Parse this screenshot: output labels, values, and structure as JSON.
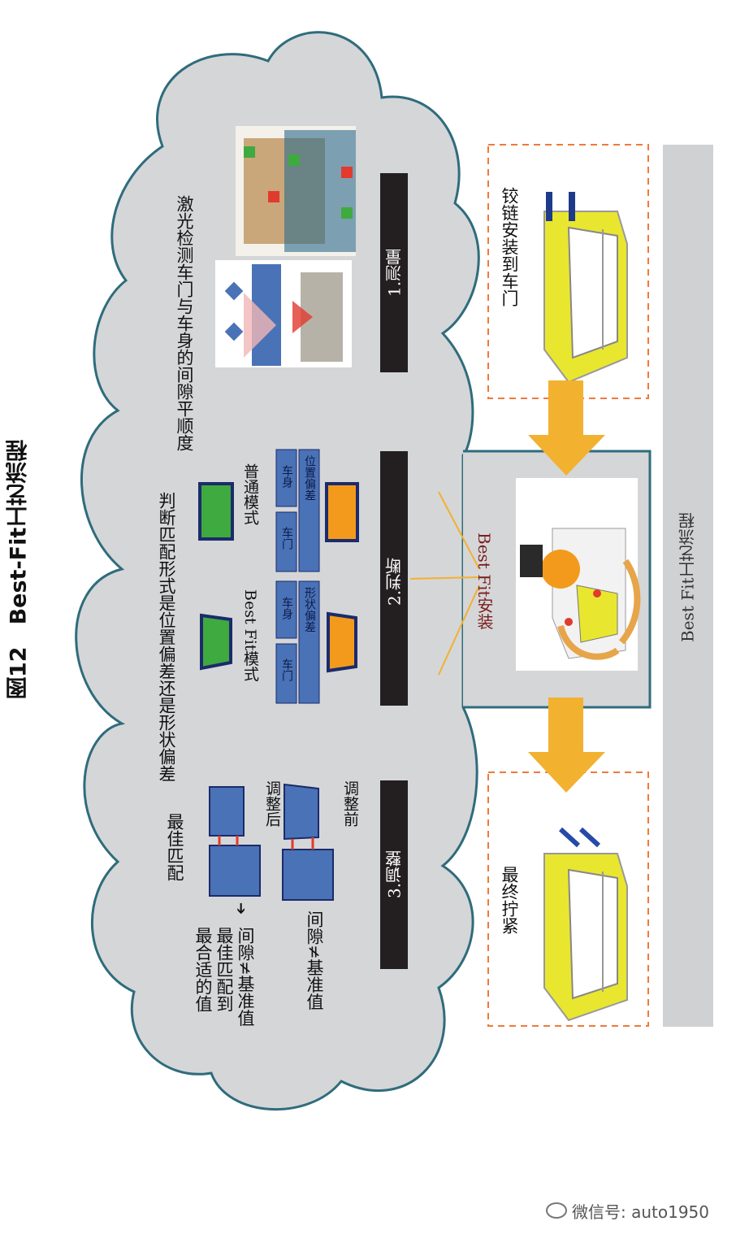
{
  "caption": "图12　Best-Fit工艺流程",
  "process_label": "Best Fit工艺流程",
  "center_label": "Best Fit安装",
  "steps": [
    {
      "label": "1.测量"
    },
    {
      "label": "2.判断"
    },
    {
      "label": "3.调整"
    }
  ],
  "measure_desc": "激光检测车门与车身的间隙平顺度",
  "judge_desc": "判断匹配形式是位置偏差还是形状偏差",
  "normal_mode": {
    "title": "普通模式",
    "deviation": "位置偏差",
    "body": "车身",
    "door": "车门"
  },
  "bestfit_mode": {
    "title": "Best Fit模式",
    "deviation": "形状偏差",
    "body": "车身",
    "door": "车门"
  },
  "adjust": {
    "before": "调整前",
    "after": "调整后",
    "best": "最佳匹配",
    "gap_note": "间隙≠基准值",
    "gap_note2": "间隙≠基准值",
    "arrow": "➔",
    "best_line1": "最佳匹配到",
    "best_line2": "最合适的值"
  },
  "hinge_label": "铰链安装到车门",
  "tighten_label": "最终拧紧",
  "watermark": "微信号: auto1950",
  "colors": {
    "cloud_fill": "#d5d6d8",
    "cloud_stroke": "#2f6c7c",
    "step_bar": "#231f20",
    "arrow": "#f2b12f",
    "panel_blue": "#4a72b6",
    "door_yellow": "#e9e630",
    "dash_orange": "#f07a3a",
    "green": "#3faa3f",
    "orange": "#f39a1c",
    "red": "#e23a2e",
    "gray_bar": "#d0d1d3"
  }
}
